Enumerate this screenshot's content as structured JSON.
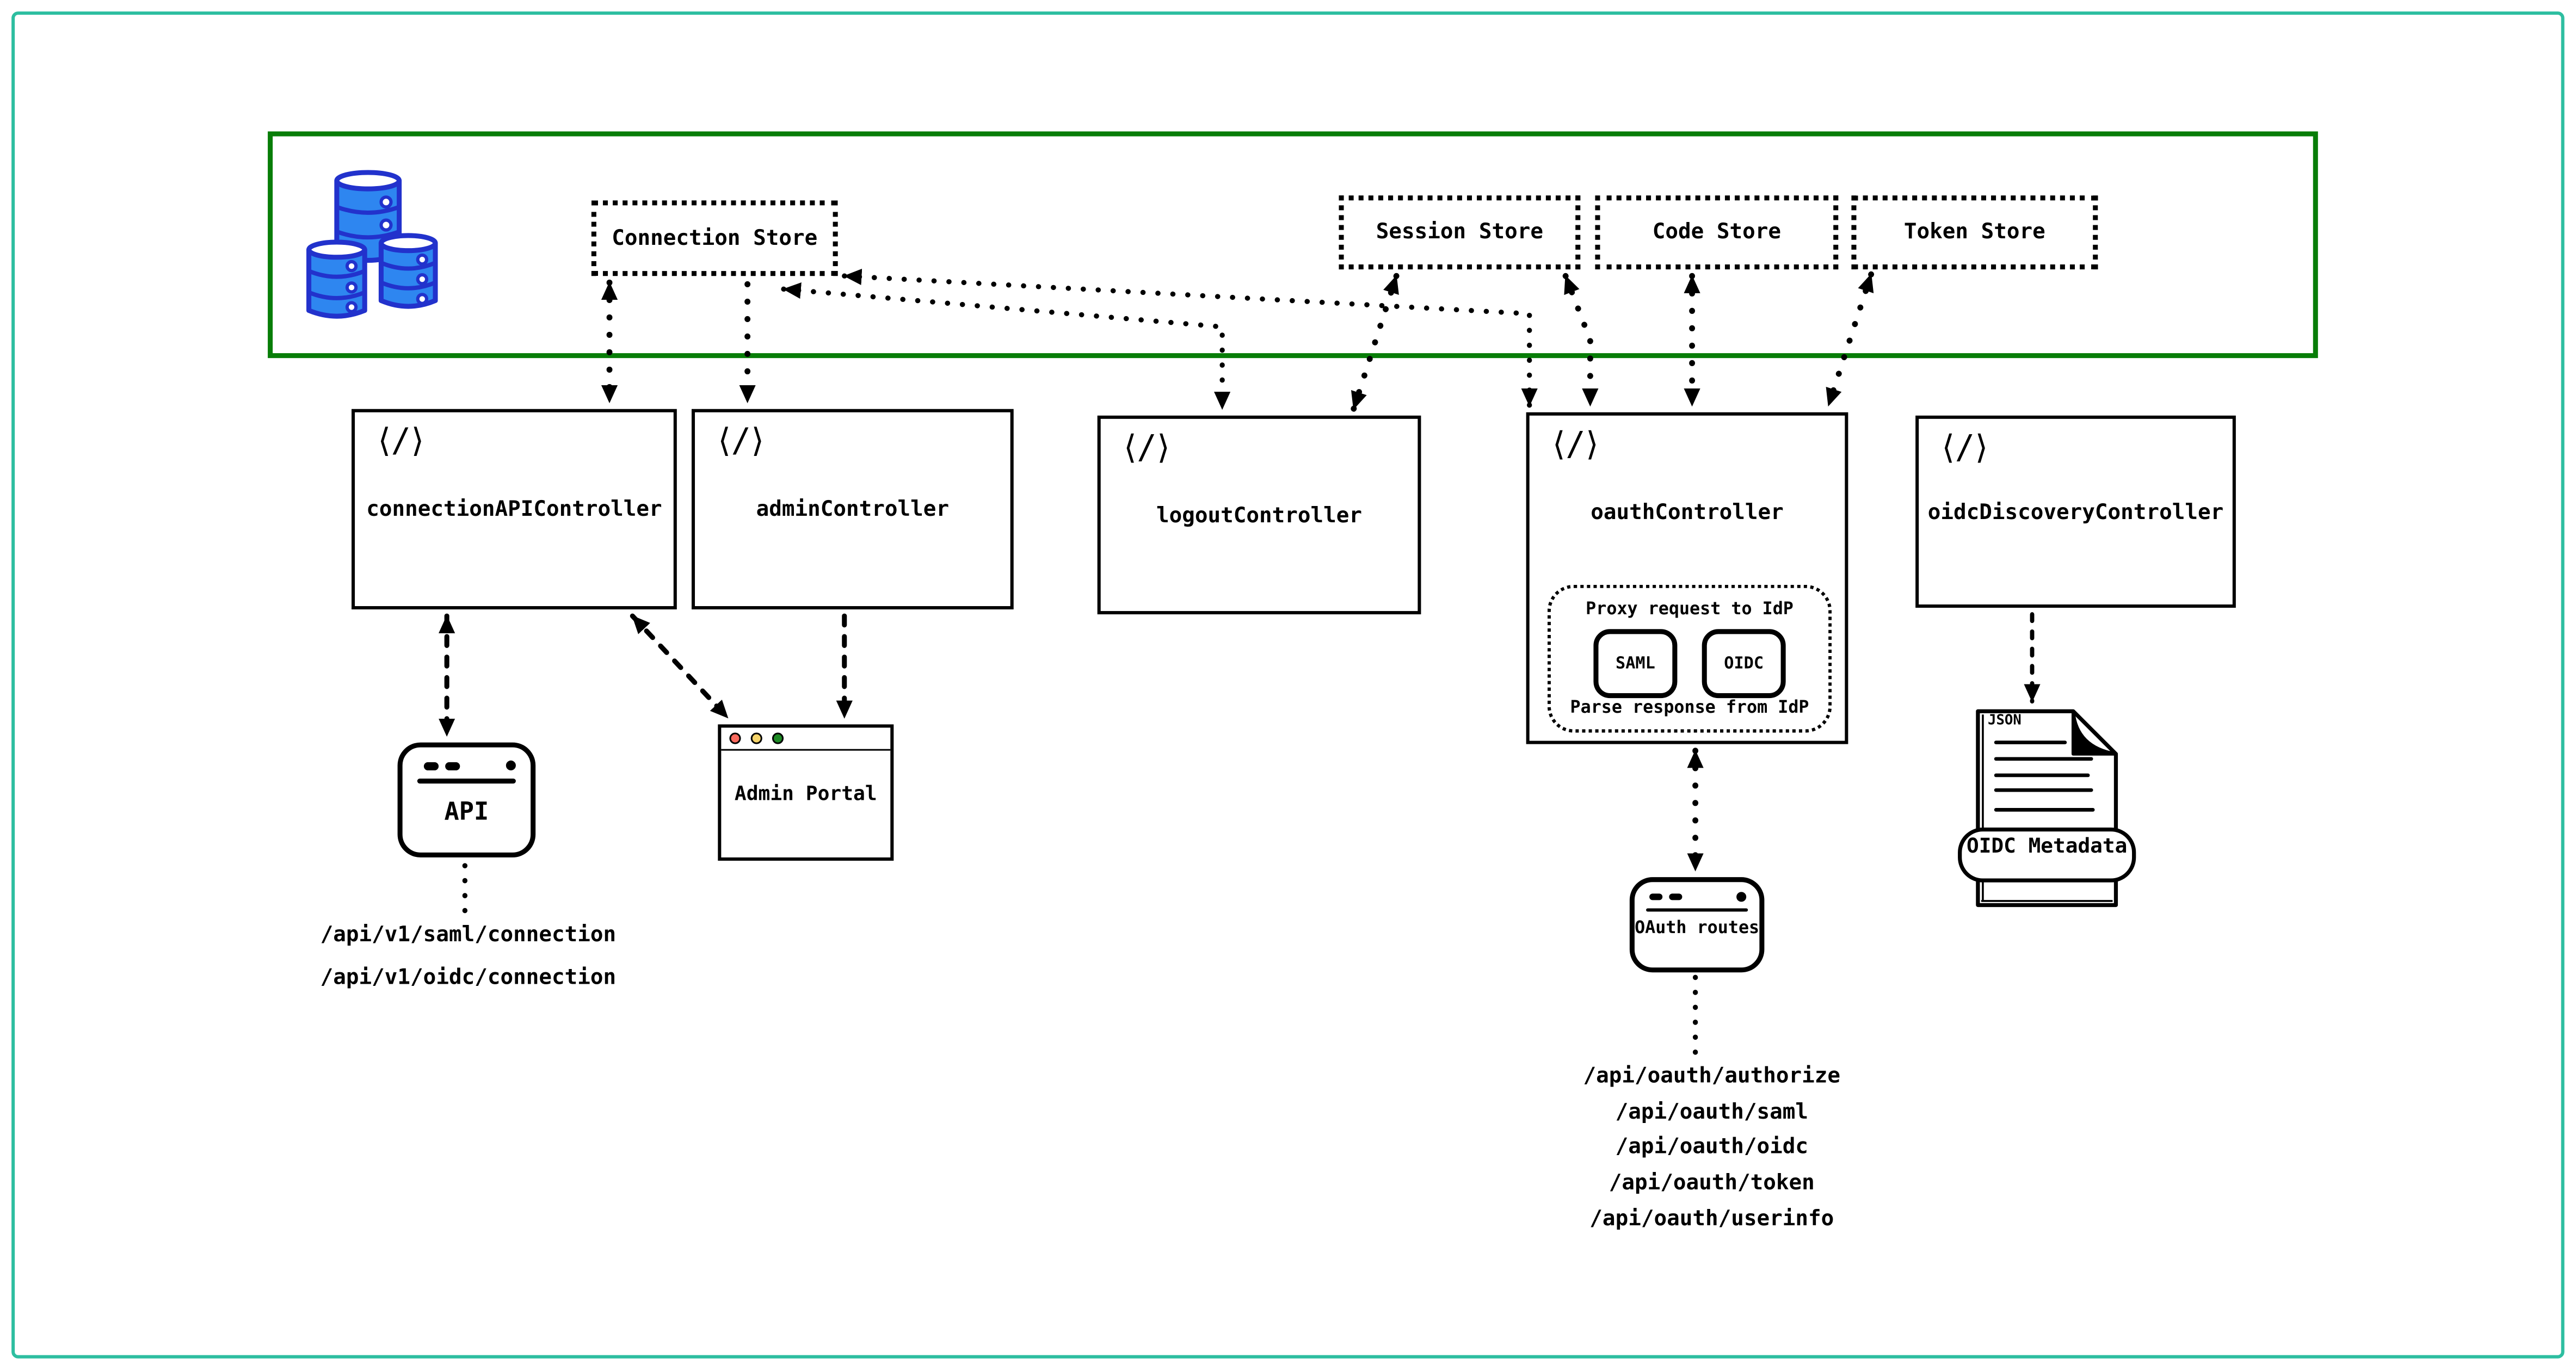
{
  "diagram": {
    "accent_colors": {
      "page_frame": "#2dbea0",
      "store_zone_border": "#087d08",
      "database_fill": "#2e86f0",
      "database_outline": "#2232cc",
      "traffic_light_red": "#fa6a5e",
      "traffic_light_yellow": "#f6d46a",
      "traffic_light_green": "#1d8a24"
    }
  },
  "icons": {
    "code_glyph": "⟨/⟩"
  },
  "stores": [
    {
      "id": "connection-store",
      "label": "Connection Store"
    },
    {
      "id": "session-store",
      "label": "Session Store"
    },
    {
      "id": "code-store",
      "label": "Code Store"
    },
    {
      "id": "token-store",
      "label": "Token Store"
    }
  ],
  "controllers": [
    {
      "id": "connection-api-controller",
      "label": "connectionAPIController"
    },
    {
      "id": "admin-controller",
      "label": "adminController"
    },
    {
      "id": "logout-controller",
      "label": "logoutController"
    },
    {
      "id": "oauth-controller",
      "label": "oauthController",
      "idp_proxy": {
        "top_label": "Proxy request to IdP",
        "protocols": [
          "SAML",
          "OIDC"
        ],
        "bottom_label": "Parse response from IdP"
      }
    },
    {
      "id": "oidc-discovery-controller",
      "label": "oidcDiscoveryController"
    }
  ],
  "clients": {
    "api_window": {
      "label": "API",
      "endpoints": [
        "/api/v1/saml/connection",
        "/api/v1/oidc/connection"
      ]
    },
    "admin_portal_window": {
      "label": "Admin Portal"
    },
    "oauth_routes_window": {
      "label": "OAuth routes",
      "endpoints": [
        "/api/oauth/authorize",
        "/api/oauth/saml",
        "/api/oauth/oidc",
        "/api/oauth/token",
        "/api/oauth/userinfo"
      ]
    },
    "oidc_metadata_doc": {
      "file_type": "JSON",
      "label": "OIDC Metadata"
    }
  },
  "connections": [
    {
      "from": "connection-store",
      "to": "connection-api-controller",
      "bidirectional": true
    },
    {
      "from": "connection-store",
      "to": "admin-controller",
      "bidirectional": false
    },
    {
      "from": "connection-store",
      "to": "logout-controller",
      "bidirectional": true
    },
    {
      "from": "connection-store",
      "to": "oauth-controller",
      "bidirectional": true
    },
    {
      "from": "session-store",
      "to": "logout-controller",
      "bidirectional": true
    },
    {
      "from": "session-store",
      "to": "oauth-controller",
      "bidirectional": true
    },
    {
      "from": "code-store",
      "to": "oauth-controller",
      "bidirectional": true
    },
    {
      "from": "token-store",
      "to": "oauth-controller",
      "bidirectional": true
    },
    {
      "from": "connection-api-controller",
      "to": "api-window",
      "bidirectional": true
    },
    {
      "from": "connection-api-controller",
      "to": "admin-portal-window",
      "bidirectional": true
    },
    {
      "from": "admin-controller",
      "to": "admin-portal-window",
      "bidirectional": false
    },
    {
      "from": "oauth-controller",
      "to": "oauth-routes-window",
      "bidirectional": true
    },
    {
      "from": "oidc-discovery-controller",
      "to": "oidc-metadata-doc",
      "bidirectional": false
    }
  ]
}
